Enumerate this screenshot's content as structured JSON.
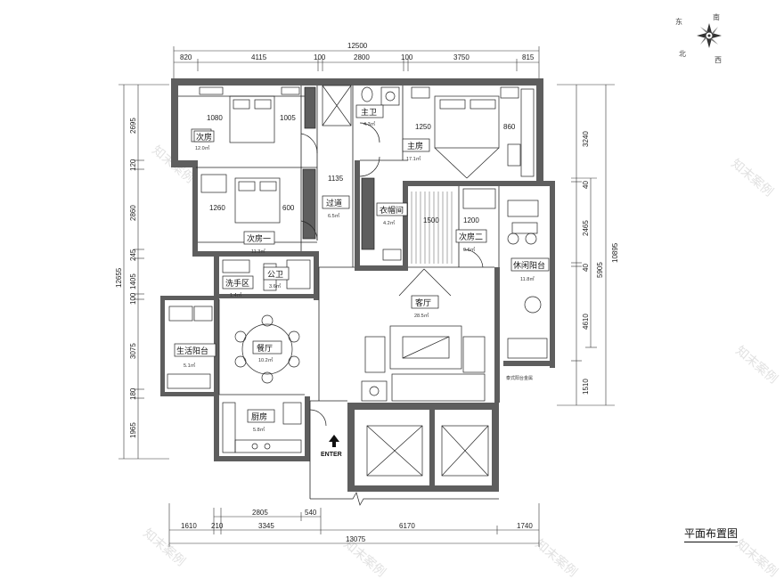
{
  "title": "平面布置图",
  "compass": {
    "n1": "东",
    "n2": "南",
    "s1": "北",
    "s2": "西"
  },
  "entry_label": "ENTER",
  "balcony_note": "泰式阳台金属",
  "watermark": "知末案例",
  "top_dims": {
    "total": "12500",
    "segments": [
      "820",
      "4115",
      "100",
      "2800",
      "100",
      "3750",
      "815"
    ]
  },
  "bottom_dims": {
    "upper": [
      "2805",
      "540"
    ],
    "lower": [
      "1610",
      "210",
      "3345",
      "6170",
      "1740"
    ],
    "total": "13075"
  },
  "left_dims": {
    "segments": [
      "2695",
      "120",
      "2860",
      "245",
      "1405",
      "100",
      "3075",
      "180",
      "1965"
    ],
    "total": "12655"
  },
  "right_dims": {
    "inner": [
      "3240",
      "40",
      "2465",
      "40",
      "4610",
      "1510"
    ],
    "middle": "5905",
    "total": "10895"
  },
  "rooms": [
    {
      "id": "bedroom-3",
      "name": "次房",
      "area": "12.0㎡"
    },
    {
      "id": "master-bath",
      "name": "主卫",
      "area": "4.3㎡"
    },
    {
      "id": "master-bedroom",
      "name": "主房",
      "area": "17.1㎡"
    },
    {
      "id": "corridor",
      "name": "过道",
      "area": "6.5㎡"
    },
    {
      "id": "bedroom-1",
      "name": "次房一",
      "area": "11.3㎡"
    },
    {
      "id": "cloakroom",
      "name": "衣帽间",
      "area": "4.2㎡"
    },
    {
      "id": "bedroom-2",
      "name": "次房二",
      "area": "9.6㎡"
    },
    {
      "id": "leisure-balcony",
      "name": "休闲阳台",
      "area": "11.8㎡"
    },
    {
      "id": "washroom",
      "name": "洗手区",
      "area": "1.4㎡"
    },
    {
      "id": "public-bath",
      "name": "公卫",
      "area": "3.6㎡"
    },
    {
      "id": "living",
      "name": "客厅",
      "area": "28.5㎡"
    },
    {
      "id": "service-balcony",
      "name": "生活阳台",
      "area": "5.1㎡"
    },
    {
      "id": "dining",
      "name": "餐厅",
      "area": "10.2㎡"
    },
    {
      "id": "kitchen",
      "name": "厨房",
      "area": "5.8㎡"
    }
  ],
  "room_dims": [
    "1080",
    "1005",
    "1250",
    "860",
    "1135",
    "1260",
    "600",
    "1500",
    "1200"
  ],
  "colors": {
    "wall": "#5e5e5e",
    "line": "#222222",
    "background": "#ffffff",
    "watermark": "#c9c9c9"
  }
}
